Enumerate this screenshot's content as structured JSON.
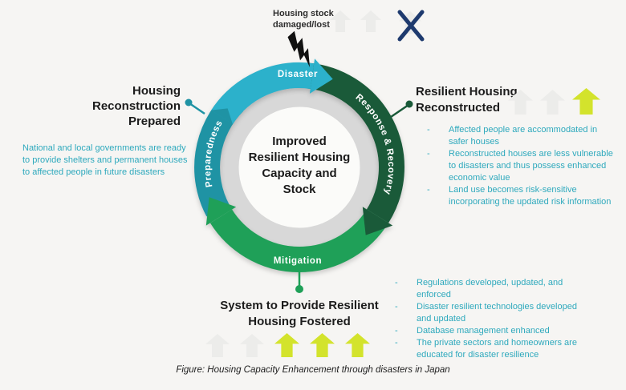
{
  "colors": {
    "bg": "#f6f5f3",
    "cyan": "#2cb1cb",
    "teal": "#1f93a4",
    "darkgreen": "#1a5a39",
    "green": "#1fa058",
    "yellow": "#d3e32c",
    "faded": "#ececea",
    "navy": "#1e3a6e",
    "tealtext": "#2ea9bd",
    "grayring": "#d8d8d8",
    "inner": "#fbfbf9",
    "heading": "#1c1c1c",
    "bolt": "#111111"
  },
  "top_annotation": {
    "label": "Housing stock damaged/lost"
  },
  "cycle": {
    "phases": {
      "disaster": "Disaster",
      "response_recovery": "Response & Recovery",
      "mitigation": "Mitigation",
      "preparedness": "Preparedness"
    },
    "center_lines": [
      "Improved",
      "Resilient Housing",
      "Capacity and",
      "Stock"
    ]
  },
  "left_panel": {
    "heading": "Housing Reconstruction Prepared",
    "body": "National and local governments are ready to provide shelters and permanent houses to affected people in future disasters"
  },
  "right_panel": {
    "heading": "Resilient Housing Reconstructed",
    "items": [
      "Affected people are accommodated in safer houses",
      "Reconstructed houses are less vulnerable to disasters and thus possess enhanced economic value",
      "Land use becomes risk-sensitive incorporating the updated risk information"
    ]
  },
  "bottom_panel": {
    "heading": "System to Provide Resilient Housing Fostered",
    "items": [
      "Regulations developed, updated, and enforced",
      "Disaster resilient technologies developed and updated",
      "Database management enhanced",
      "The private sectors and homeowners are educated for disaster resilience"
    ]
  },
  "indicators": {
    "top": [
      "faded",
      "faded"
    ],
    "right": [
      "faded",
      "faded",
      "yellow"
    ],
    "bottom": [
      "faded",
      "faded",
      "yellow",
      "yellow",
      "yellow"
    ]
  },
  "caption": "Figure: Housing Capacity Enhancement through disasters in Japan"
}
